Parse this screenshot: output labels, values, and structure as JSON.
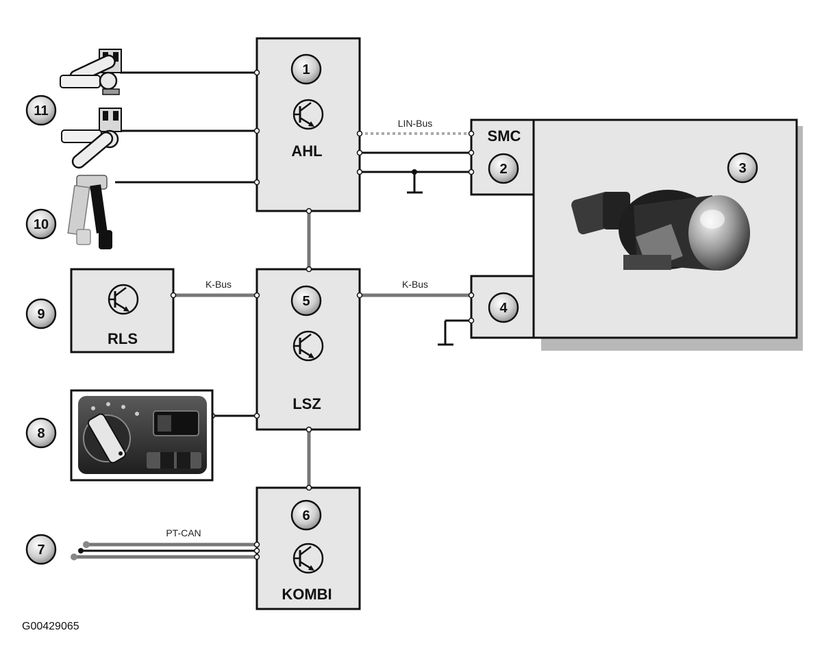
{
  "figure_id": "G00429065",
  "modules": {
    "ahl": {
      "number": "1",
      "label": "AHL"
    },
    "smc": {
      "number": "2",
      "label": "SMC"
    },
    "headlight": {
      "number": "3"
    },
    "motor_unit": {
      "number": "4"
    },
    "lsz": {
      "number": "5",
      "label": "LSZ"
    },
    "kombi": {
      "number": "6",
      "label": "KOMBI"
    },
    "pt_can_input": {
      "number": "7"
    },
    "light_switch": {
      "number": "8"
    },
    "rls": {
      "number": "9",
      "label": "RLS"
    },
    "brake_pedal": {
      "number": "10"
    },
    "ride_height_sensors": {
      "number": "11"
    }
  },
  "buses": {
    "lin": "LIN-Bus",
    "k_left": "K-Bus",
    "k_right": "K-Bus",
    "pt_can": "PT-CAN"
  }
}
